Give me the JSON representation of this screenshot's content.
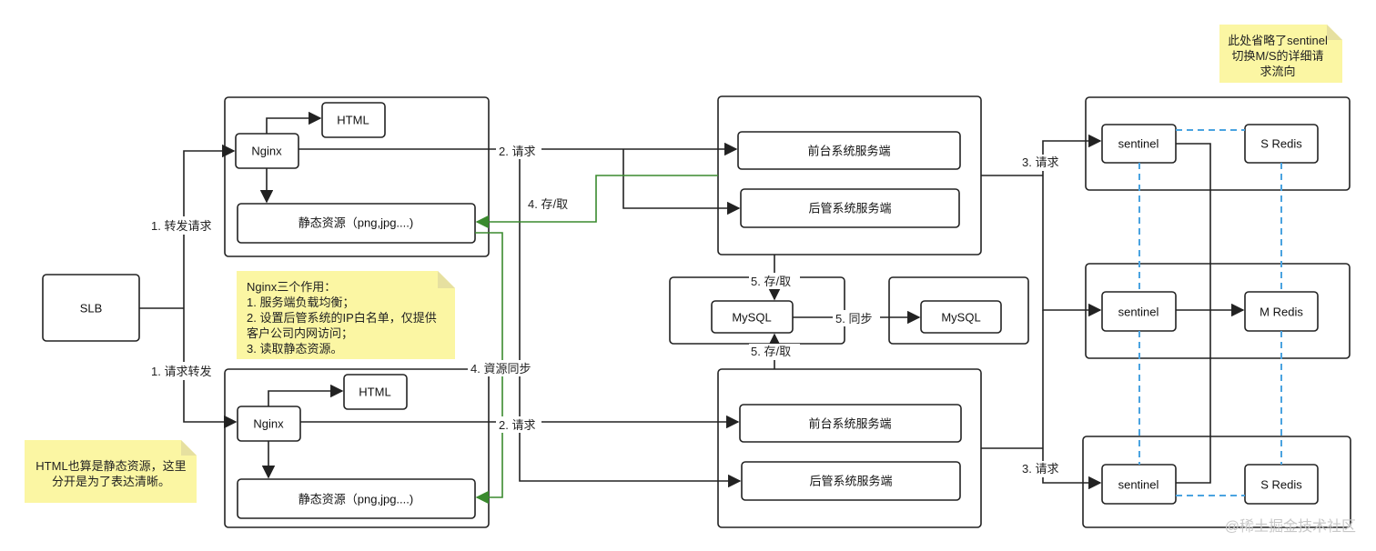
{
  "nodes": {
    "slb": "SLB",
    "nginx_top": "Nginx",
    "html_top": "HTML",
    "static_top": "静态资源（png,jpg....)",
    "nginx_bottom": "Nginx",
    "html_bottom": "HTML",
    "static_bottom": "静态资源（png,jpg....)",
    "front_top": "前台系统服务端",
    "admin_top": "后管系统服务端",
    "front_bottom": "前台系统服务端",
    "admin_bottom": "后管系统服务端",
    "mysql_main": "MySQL",
    "mysql_sync": "MySQL",
    "sentinel_top": "sentinel",
    "redis_top": "S Redis",
    "sentinel_mid": "sentinel",
    "redis_mid": "M Redis",
    "sentinel_bottom": "sentinel",
    "redis_bottom": "S Redis"
  },
  "edge_labels": {
    "forward_1": "1. 转发请求",
    "forward_2": "1. 请求转发",
    "request_top": "2. 请求",
    "request_bottom": "2. 请求",
    "store_fetch": "4. 存/取",
    "resource_sync": "4. 資源同步",
    "db_store_top": "5. 存/取",
    "db_store_bottom": "5. 存/取",
    "db_sync": "5. 同步",
    "redis_request_top": "3. 请求",
    "redis_request_bottom": "3. 请求"
  },
  "notes": {
    "nginx_roles": {
      "title": "Nginx三个作用：",
      "line1": "1. 服务端负载均衡；",
      "line2": "2. 设置后管系统的IP白名单，仅提供客户公司内网访问；",
      "line3": "3. 读取静态资源。"
    },
    "html_note": "HTML也算是静态资源，这里分开是为了表达清晰。",
    "sentinel_note": "此处省略了sentinel切换M/S的详细请求流向"
  },
  "watermark": "@稀土掘金技术社区",
  "colors": {
    "line": "#222222",
    "green": "#3a8a2e",
    "dashed_blue": "#4aa3e0",
    "note_bg": "#fbf6a3",
    "note_fold": "#e6e0a0"
  }
}
